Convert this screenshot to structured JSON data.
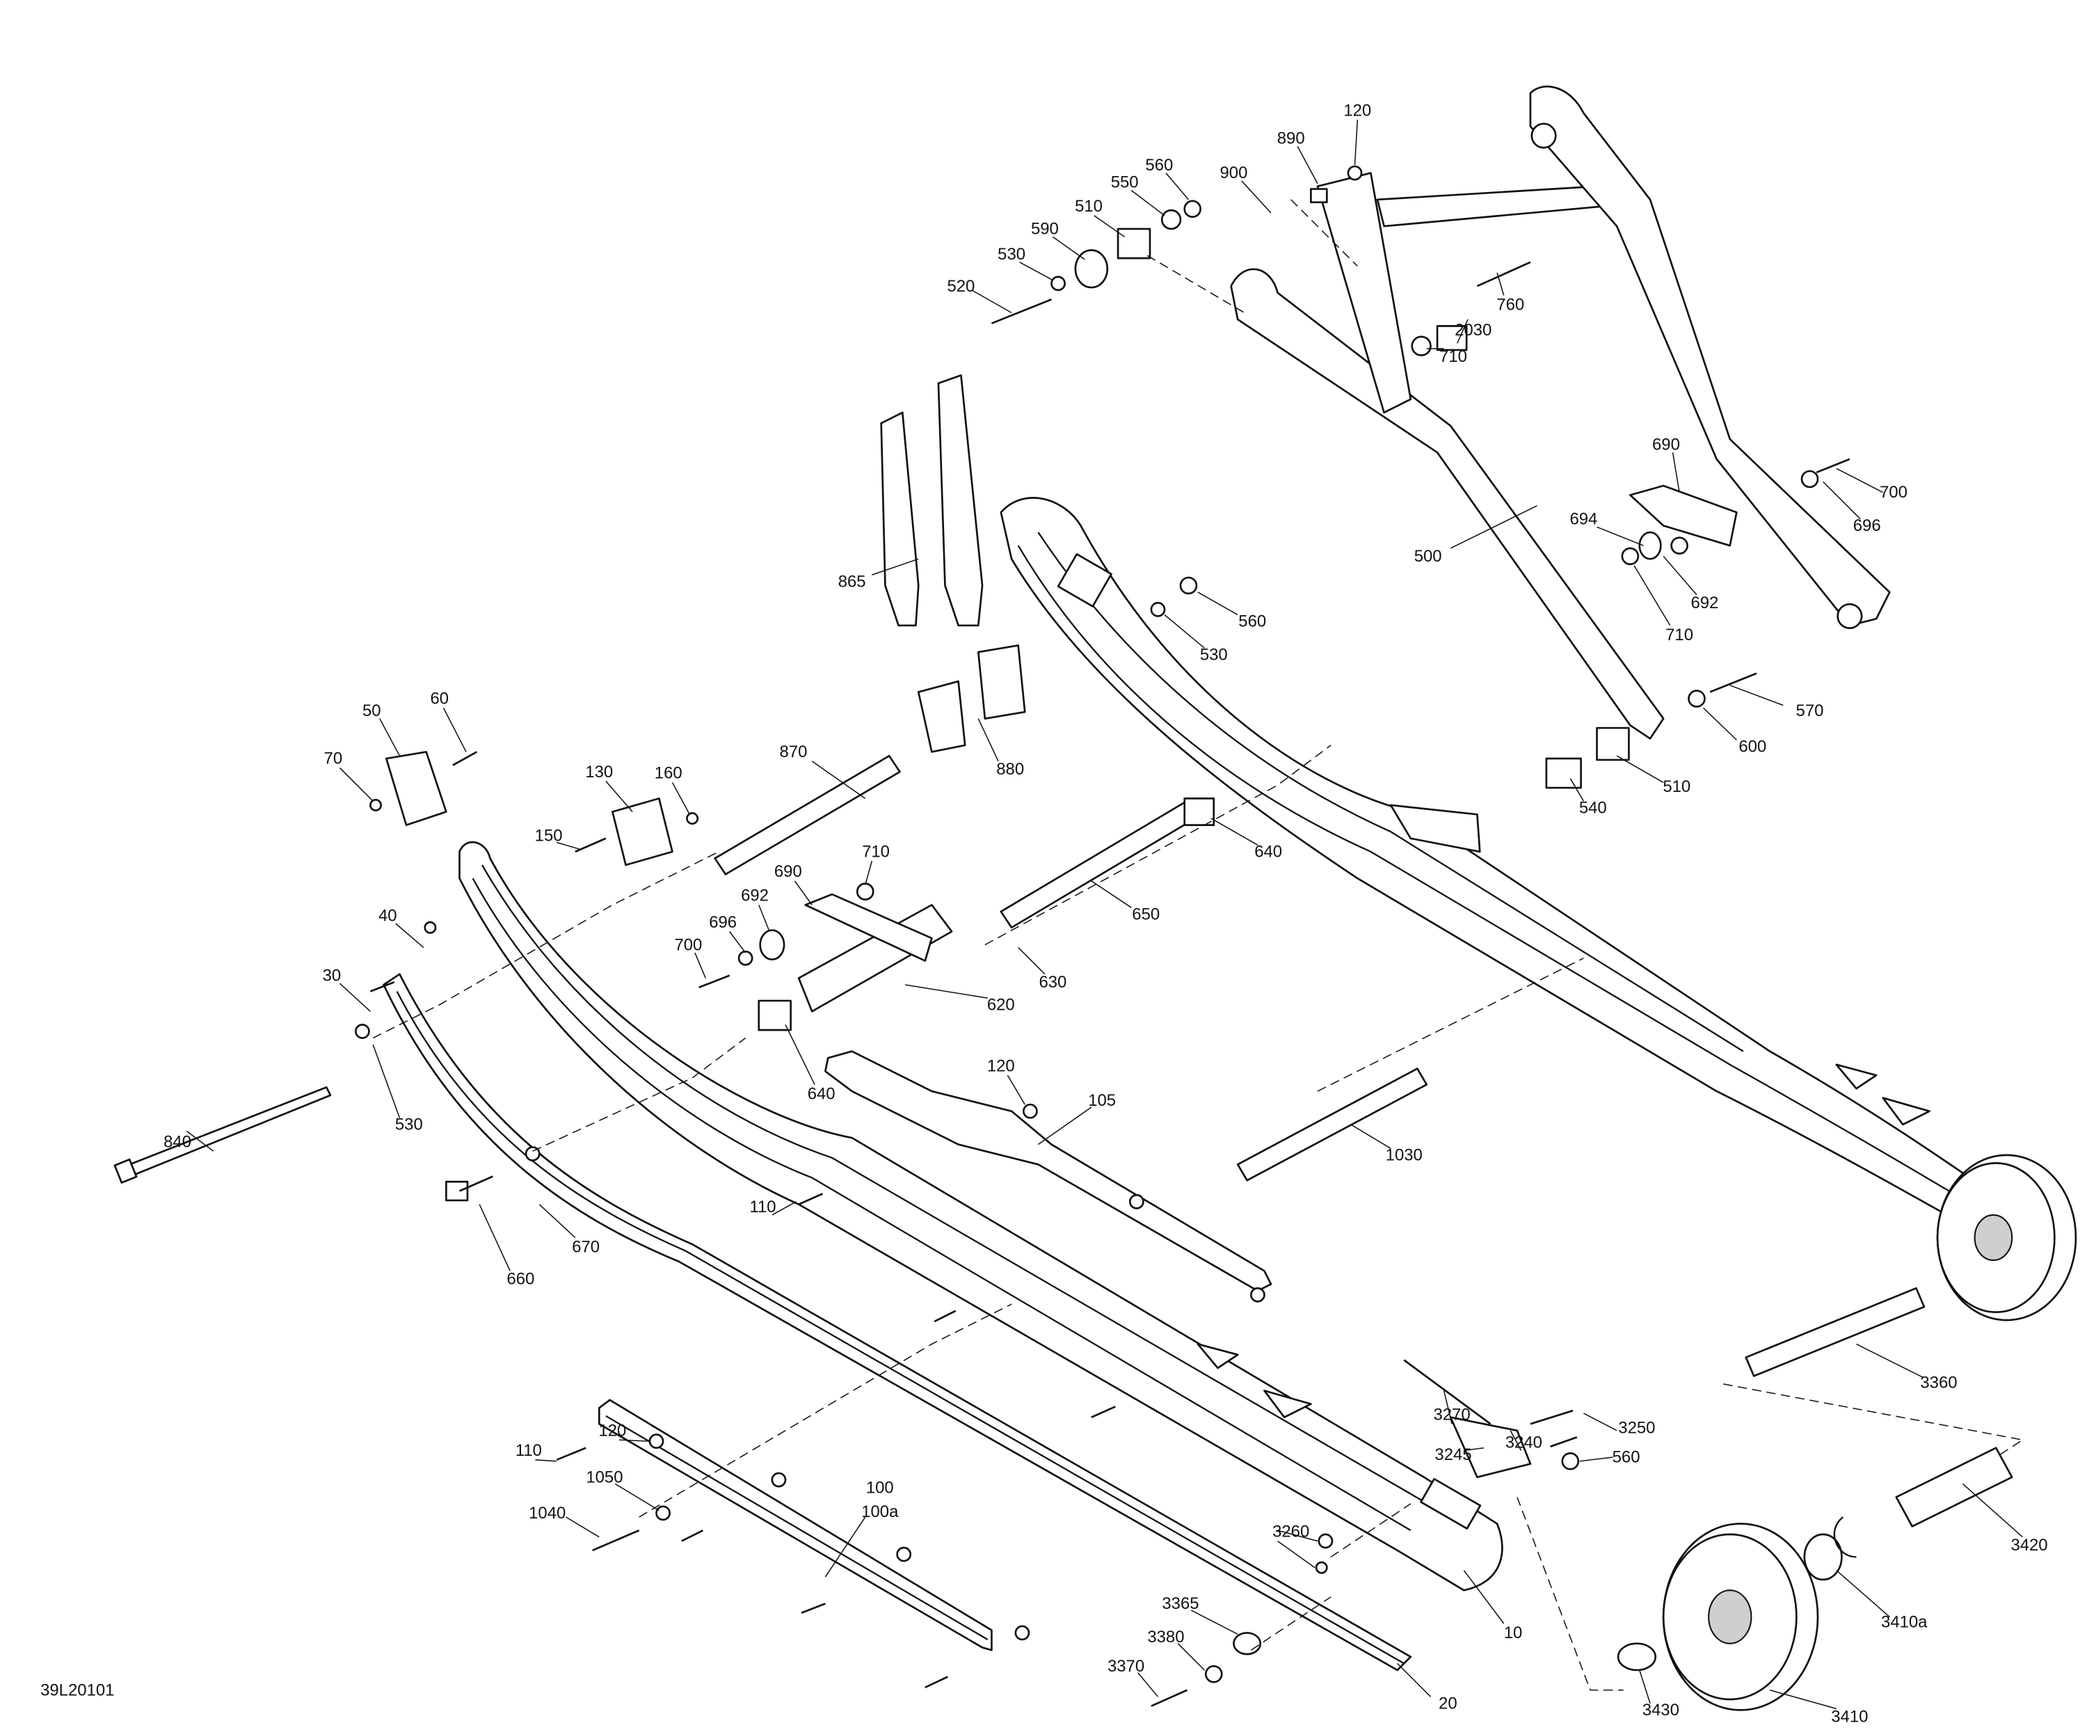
{
  "diagram": {
    "title": "Rear suspension exploded parts view",
    "reference_code": "39L20101",
    "labels": [
      "120",
      "890",
      "900",
      "560",
      "550",
      "510",
      "590",
      "530",
      "520",
      "760",
      "2030",
      "710",
      "690",
      "700",
      "696",
      "694",
      "500",
      "692",
      "710",
      "865",
      "560",
      "530",
      "570",
      "600",
      "510",
      "540",
      "50",
      "60",
      "70",
      "130",
      "160",
      "870",
      "880",
      "150",
      "710",
      "690",
      "692",
      "640",
      "696",
      "650",
      "700",
      "630",
      "620",
      "40",
      "30",
      "640",
      "120",
      "105",
      "530",
      "840",
      "1030",
      "110",
      "670",
      "660",
      "3360",
      "3270",
      "3240",
      "3250",
      "120",
      "3245",
      "110",
      "560",
      "1050",
      "100",
      "100a",
      "1040",
      "3420",
      "3260",
      "3410a",
      "10",
      "3365",
      "3380",
      "3370",
      "20",
      "3430",
      "3410"
    ]
  }
}
